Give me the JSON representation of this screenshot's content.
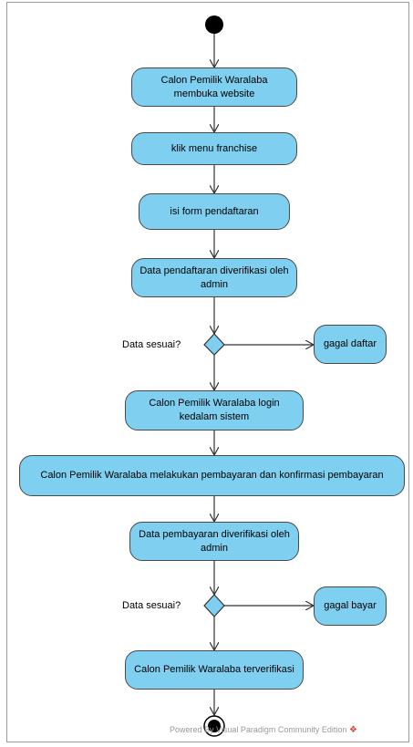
{
  "diagram": {
    "activities": {
      "a1": "Calon Pemilik Waralaba membuka website",
      "a2": "klik menu franchise",
      "a3": "isi form pendaftaran",
      "a4": "Data pendaftaran diverifikasi oleh admin",
      "a5": "Calon Pemilik Waralaba login kedalam sistem",
      "a6": "Calon Pemilik Waralaba melakukan pembayaran dan konfirmasi pembayaran",
      "a7": "Data pembayaran diverifikasi oleh admin",
      "a8": "Calon Pemilik Waralaba terverifikasi"
    },
    "decisions": {
      "d1_guard": "Data sesuai?",
      "d1_alt": "gagal daftar",
      "d2_guard": "Data sesuai?",
      "d2_alt": "gagal bayar"
    },
    "footer": "Powered By Visual Paradigm Community Edition"
  },
  "colors": {
    "activity_fill": "#7fd0f0",
    "activity_border": "#4a4a4a",
    "decision_fill": "#7fd0f0",
    "node_black": "#000000"
  }
}
